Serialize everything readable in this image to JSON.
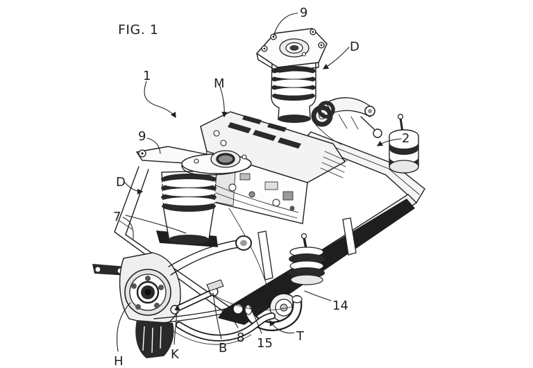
{
  "figure": {
    "caption": "FIG. 1",
    "ink_color": "#1f1f1f",
    "background_color": "#ffffff",
    "type_note": "patent-style isometric line drawing of a vehicle subframe with electric drive unit and air-spring struts"
  },
  "reference_labels": [
    {
      "id": "9-top",
      "text": "9"
    },
    {
      "id": "D-right",
      "text": "D"
    },
    {
      "id": "M",
      "text": "M"
    },
    {
      "id": "1",
      "text": "1"
    },
    {
      "id": "9-left",
      "text": "9"
    },
    {
      "id": "2",
      "text": "2"
    },
    {
      "id": "D-left",
      "text": "D"
    },
    {
      "id": "7",
      "text": "7"
    },
    {
      "id": "14",
      "text": "14"
    },
    {
      "id": "T",
      "text": "T"
    },
    {
      "id": "15",
      "text": "15"
    },
    {
      "id": "8",
      "text": "8"
    },
    {
      "id": "B",
      "text": "B"
    },
    {
      "id": "K",
      "text": "K"
    },
    {
      "id": "H",
      "text": "H"
    }
  ]
}
